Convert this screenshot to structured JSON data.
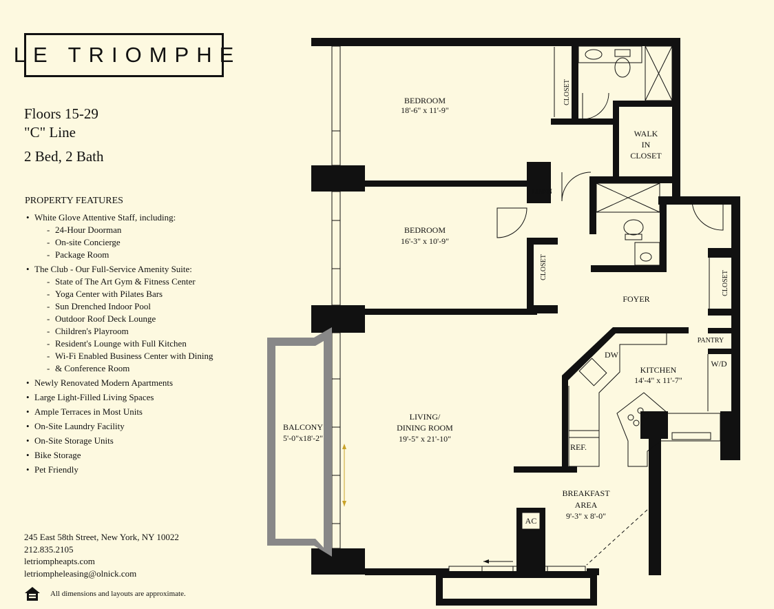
{
  "brand": {
    "logo_text": "LE TRIOMPHE"
  },
  "unit": {
    "floors": "Floors 15-29",
    "line": "\"C\" Line",
    "beds_baths": "2 Bed, 2 Bath"
  },
  "features": {
    "heading": "PROPERTY FEATURES",
    "items": [
      {
        "label": "White Glove Attentive Staff, including:",
        "sub": [
          "24-Hour Doorman",
          "On-site Concierge",
          "Package Room"
        ]
      },
      {
        "label": "The Club - Our Full-Service Amenity Suite:",
        "sub": [
          "State of The Art Gym & Fitness Center",
          "Yoga Center with Pilates Bars",
          "Sun Drenched Indoor Pool",
          "Outdoor Roof Deck Lounge",
          "Children's Playroom",
          "Resident's Lounge with Full Kitchen",
          "Wi-Fi Enabled Business Center with Dining",
          "& Conference Room"
        ]
      },
      {
        "label": "Newly Renovated Modern Apartments"
      },
      {
        "label": "Large Light-Filled Living Spaces"
      },
      {
        "label": "Ample Terraces in Most Units"
      },
      {
        "label": "On-Site Laundry Facility"
      },
      {
        "label": "On-Site Storage Units"
      },
      {
        "label": "Bike Storage"
      },
      {
        "label": "Pet Friendly"
      }
    ]
  },
  "contact": {
    "address": "245 East 58th Street, New York, NY 10022",
    "phone": "212.835.2105",
    "website": "letriompheapts.com",
    "email": "letriompheleasing@olnick.com"
  },
  "footer": {
    "equal_housing_icon": "equal-housing-opportunity-icon",
    "disclaimer": "All dimensions and layouts are approximate."
  },
  "floorplan": {
    "bedroom1": {
      "name": "BEDROOM",
      "dims": "18'-6\" x 11'-9\""
    },
    "bedroom2": {
      "name": "BEDROOM",
      "dims": "16'-3\" x 10'-9\""
    },
    "closet_top": "CLOSET",
    "walk_in_closet": [
      "WALK",
      "IN",
      "CLOSET"
    ],
    "linen": "LINEN",
    "closet_bed2": "CLOSET",
    "closet_foyer": "CLOSET",
    "foyer": "FOYER",
    "pantry": "PANTRY",
    "wd": "W/D",
    "dw": "DW",
    "kitchen": {
      "name": "KITCHEN",
      "dims": "14'-4\" x 11'-7\""
    },
    "living": {
      "name1": "LIVING/",
      "name2": "DINING ROOM",
      "dims": "19'-5\" x 21'-10\""
    },
    "balcony": {
      "name": "BALCONY",
      "dims": "5'-0\"x18'-2\""
    },
    "ref": "REF.",
    "breakfast": {
      "name1": "BREAKFAST",
      "name2": "AREA",
      "dims": "9'-3\" x 8'-0\""
    },
    "ac": "AC"
  },
  "colors": {
    "background": "#fdf9e0",
    "walls": "#111111",
    "balcony": "#888888",
    "accent_arrow": "#c9a227"
  }
}
